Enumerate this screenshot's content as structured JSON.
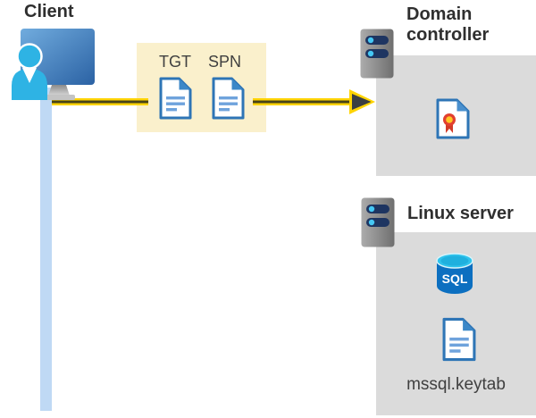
{
  "client": {
    "label": "Client",
    "icon": "person-at-computer-icon"
  },
  "ticket_box": {
    "tgt_label": "TGT",
    "spn_label": "SPN",
    "tgt_icon": "document-icon",
    "spn_icon": "document-icon"
  },
  "domain_controller": {
    "label": "Domain controller",
    "server_icon": "server-icon",
    "content_icon": "certificate-icon"
  },
  "linux_server": {
    "label": "Linux server",
    "server_icon": "server-icon",
    "database_label": "SQL",
    "database_icon": "sql-database-icon",
    "keytab_icon": "document-icon",
    "keytab_label": "mssql.keytab"
  },
  "colors": {
    "arrow_yellow": "#FFD400",
    "arrow_core_olive": "#474418",
    "arrowhead_dark": "#3A3E42",
    "ticket_box_bg": "#FAF0CC",
    "panel_bg": "#DBDBDB",
    "client_link_blue": "#BFD9F4",
    "document_border_blue": "#2E75B6",
    "document_line_blue": "#6FA3DC",
    "sql_body_blue": "#0C6FC0",
    "sql_top_cyan": "#2FC3EC",
    "person_cyan": "#2EB3E4",
    "monitor_blue": "#4A86C2",
    "server_bar_navy": "#1E3561",
    "server_dot_cyan": "#45C8F5",
    "certificate_red": "#E2402F",
    "certificate_gold": "#FFC724",
    "heading_text": "#2F2F2F",
    "label_text": "#404040"
  }
}
